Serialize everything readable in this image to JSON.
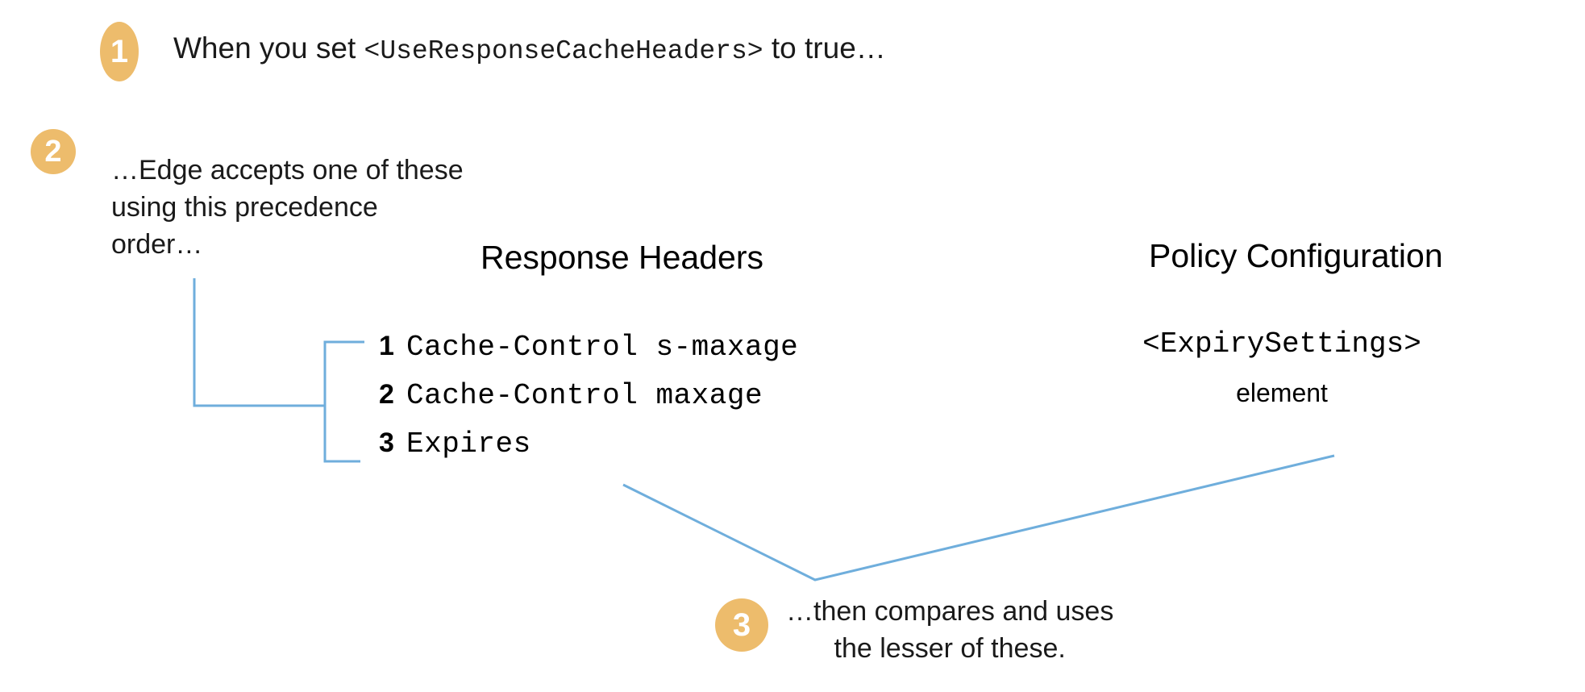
{
  "diagram": {
    "title": "Edge response cache header precedence",
    "background_color": "#FFFFFF",
    "accent_color": "#EDBC6C",
    "line_color": "#6FAEDC",
    "text_color": "#000000"
  },
  "steps": [
    {
      "number": "1",
      "text_prefix": "When you set ",
      "text_code": "<UseResponseCacheHeaders>",
      "text_suffix": " to true…"
    },
    {
      "number": "2",
      "lines": [
        "…Edge accepts one of these",
        "using this precedence",
        "order…"
      ]
    },
    {
      "number": "3",
      "lines": [
        "…then compares and uses",
        "the lesser of these."
      ]
    }
  ],
  "columns": {
    "response_headers": {
      "heading": "Response Headers",
      "items": [
        {
          "rank": "1",
          "name": "Cache-Control s-maxage"
        },
        {
          "rank": "2",
          "name": "Cache-Control maxage"
        },
        {
          "rank": "3",
          "name": "Expires"
        }
      ]
    },
    "policy_configuration": {
      "heading": "Policy Configuration",
      "element_name": "<ExpirySettings>",
      "element_word": "element"
    }
  }
}
